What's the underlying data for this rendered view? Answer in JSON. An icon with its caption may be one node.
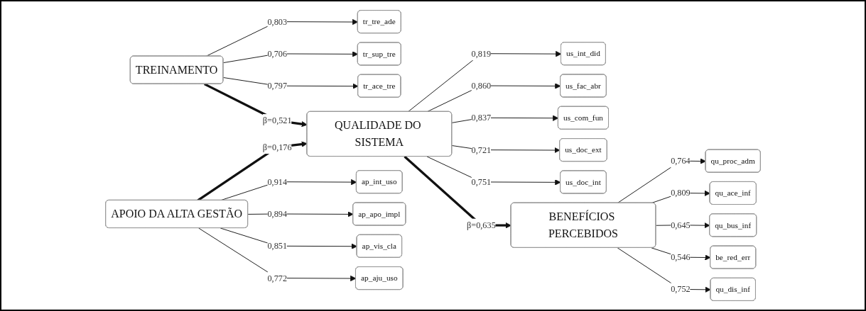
{
  "diagram": {
    "nodes": [
      {
        "text": [
          "tr_tre_ade"
        ]
      },
      {
        "text": [
          "tr_sup_tre"
        ]
      },
      {
        "text": [
          "tr_ace_tre"
        ]
      },
      {
        "text": [
          "us_int_did"
        ]
      },
      {
        "text": [
          "us_fac_abr"
        ]
      },
      {
        "text": [
          "us_com_fun"
        ]
      },
      {
        "text": [
          "us_doc_ext"
        ]
      },
      {
        "text": [
          "us_doc_int"
        ]
      },
      {
        "text": [
          "TREINAMENTO"
        ]
      },
      {
        "text": [
          "QUALIDADE DO SISTEMA"
        ]
      },
      {
        "text": [
          "BENEFÍCIOS PERCEBIDOS"
        ]
      },
      {
        "text": [
          "APOIO DA ALTA GESTÃO"
        ]
      },
      {
        "text": [
          "qu_proc_adm"
        ]
      },
      {
        "text": [
          "qu_ace_inf"
        ]
      },
      {
        "text": [
          "qu_bus_inf"
        ]
      },
      {
        "text": [
          "be_red_err"
        ]
      },
      {
        "text": [
          "qu_dis_inf"
        ]
      },
      {
        "text": [
          "ap_int_uso"
        ]
      },
      {
        "text": [
          "ap_apo_impl"
        ]
      },
      {
        "text": [
          "ap_vis_cla"
        ]
      },
      {
        "text": [
          "ap_aju_uso"
        ]
      }
    ],
    "edges": [
      {
        "from": 8,
        "to": 0,
        "arrow": "to",
        "label": "0,803"
      },
      {
        "from": 8,
        "to": 1,
        "arrow": "to",
        "label": "0,706"
      },
      {
        "from": 8,
        "to": 2,
        "arrow": "to",
        "label": "0,797"
      },
      {
        "from": 9,
        "to": 3,
        "arrow": "to",
        "label": "0,819"
      },
      {
        "from": 9,
        "to": 4,
        "arrow": "to",
        "label": "0,860"
      },
      {
        "from": 9,
        "to": 5,
        "arrow": "to",
        "label": "0,837"
      },
      {
        "from": 9,
        "to": 6,
        "arrow": "to",
        "label": "0,721"
      },
      {
        "from": 9,
        "to": 7,
        "arrow": "to",
        "label": "0,751"
      },
      {
        "from": 8,
        "to": 9,
        "arrow": "to",
        "label": "β=0,521",
        "style": "thick"
      },
      {
        "from": 11,
        "to": 9,
        "arrow": "to",
        "label": "β=0,176",
        "style": "thick"
      },
      {
        "from": 9,
        "to": 10,
        "arrow": "to",
        "label": "β=0,635",
        "style": "thick"
      },
      {
        "from": 10,
        "to": 12,
        "arrow": "to",
        "label": "0,764"
      },
      {
        "from": 10,
        "to": 13,
        "arrow": "to",
        "label": "0,809"
      },
      {
        "from": 10,
        "to": 14,
        "arrow": "to",
        "label": "0,645"
      },
      {
        "from": 10,
        "to": 15,
        "arrow": "to",
        "label": "0,546"
      },
      {
        "from": 10,
        "to": 16,
        "arrow": "to",
        "label": "0,752"
      },
      {
        "from": 11,
        "to": 17,
        "arrow": "to",
        "label": "0,914"
      },
      {
        "from": 11,
        "to": 18,
        "arrow": "to",
        "label": "0,894"
      },
      {
        "from": 11,
        "to": 19,
        "arrow": "to",
        "label": "0,851"
      },
      {
        "from": 11,
        "to": 20,
        "arrow": "to",
        "label": "0,772"
      }
    ]
  }
}
